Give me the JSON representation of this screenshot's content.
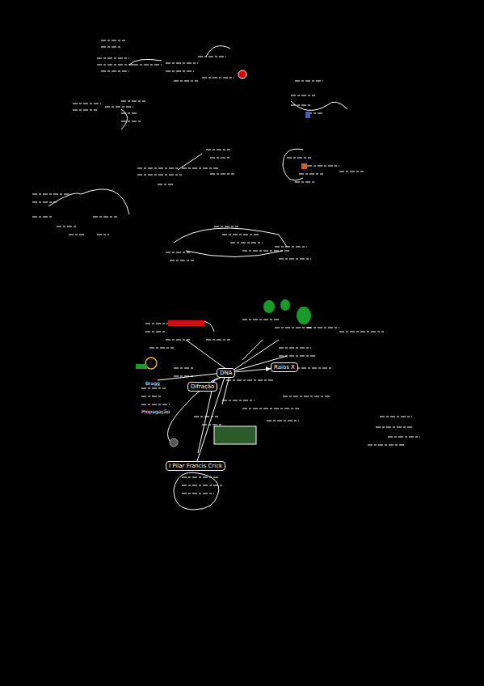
{
  "diagram": {
    "nodes": [
      {
        "text": [
          "DNA"
        ]
      },
      {
        "text": [
          "Difração"
        ]
      },
      {
        "text": [
          "I Pilar Francis Crick"
        ]
      },
      {
        "text": [
          "Raios X"
        ]
      }
    ],
    "edges": [
      {
        "from": 0,
        "to": 1,
        "arrow": "none"
      },
      {
        "from": 0,
        "to": 2,
        "arrow": "none"
      },
      {
        "from": 0,
        "to": 3,
        "arrow": "to"
      }
    ],
    "labels": [
      "Bragg",
      "Propagação"
    ]
  }
}
